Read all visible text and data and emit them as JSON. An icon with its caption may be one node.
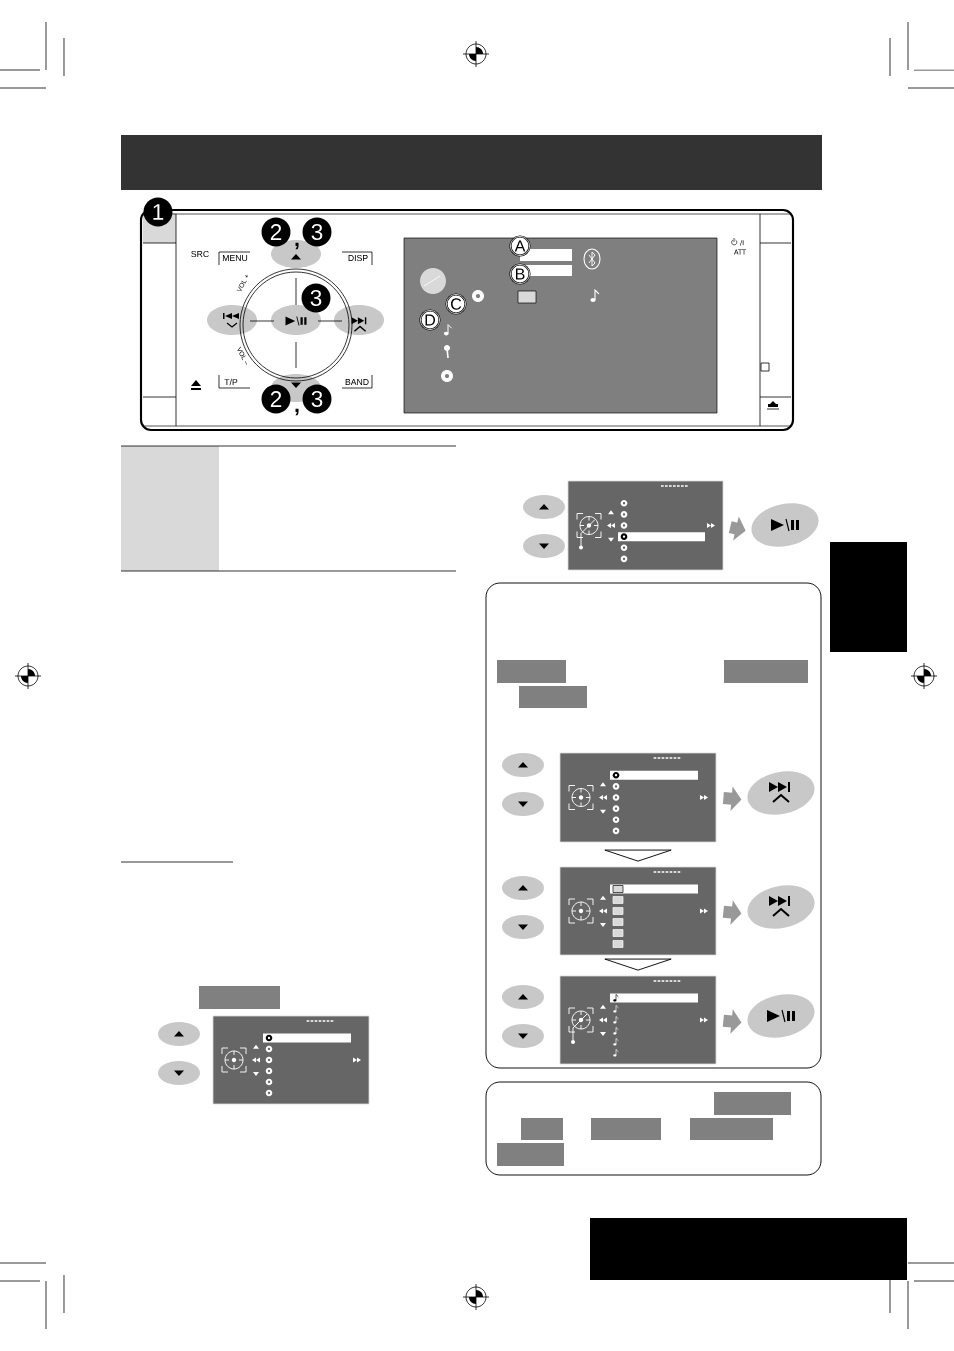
{
  "diagram": {
    "nodes": [
      {
        "text": [],
        "shape": "box"
      },
      {
        "text": [],
        "shape": "ellipse"
      },
      {
        "text": [],
        "shape": "box"
      },
      {
        "text": [],
        "shape": "box"
      },
      {
        "text": [],
        "shape": "ellipse"
      },
      {
        "text": [],
        "shape": "box"
      },
      {
        "text": [],
        "shape": "ellipse"
      },
      {
        "text": [],
        "shape": "box"
      },
      {
        "text": [],
        "shape": "ellipse"
      }
    ],
    "edges": [
      {
        "from": 0,
        "to": 1,
        "arrow": "to"
      },
      {
        "from": 3,
        "to": 4,
        "arrow": "to"
      },
      {
        "from": 3,
        "to": 5,
        "arrow": "to",
        "color": "#000000"
      },
      {
        "from": 5,
        "to": 6,
        "arrow": "to"
      },
      {
        "from": 5,
        "to": 7,
        "arrow": "to",
        "color": "#000000"
      },
      {
        "from": 7,
        "to": 8,
        "arrow": "to"
      }
    ],
    "labels": [
      "1",
      "2",
      ",",
      "3",
      "SRC",
      "MENU",
      "DISP",
      "VOL +",
      "3",
      "VOL –",
      "T/P",
      "BAND",
      "2",
      ",",
      "3",
      "A",
      "B",
      "C",
      "D",
      "/I",
      "ATT"
    ]
  }
}
